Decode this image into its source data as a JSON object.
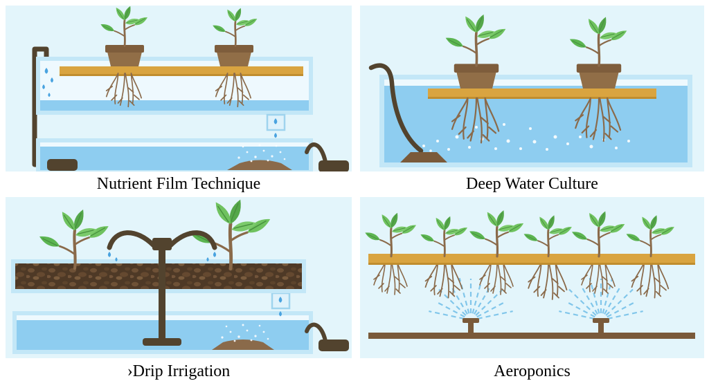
{
  "diagram": {
    "panels": [
      {
        "id": "nutrient-film-technique",
        "label": "Nutrient Film Technique"
      },
      {
        "id": "deep-water-culture",
        "label": "Deep Water Culture"
      },
      {
        "id": "drip-irrigation",
        "label": "›Drip Irrigation"
      },
      {
        "id": "aeroponics",
        "label": "Aeroponics"
      }
    ]
  },
  "palette": {
    "panel_background": "#e3f5fb",
    "water_blue": "#8ecdf0",
    "tank_light_blue": "#c3e7f7",
    "platform_gold": "#d9a440",
    "platform_gold_edge": "#c08d2e",
    "pipe_dark_brown": "#52432e",
    "pot_brown": "#916e47",
    "soil_brown": "#4e3926",
    "root_brown": "#8a6a4a",
    "air_stone_brown": "#7a5a3a",
    "leaf_green": "#6fc25f",
    "leaf_green_dark": "#54a74a",
    "droplet_blue": "#4aa3e0",
    "mist_blue": "#7cc4ea",
    "label_color": "#000000"
  }
}
